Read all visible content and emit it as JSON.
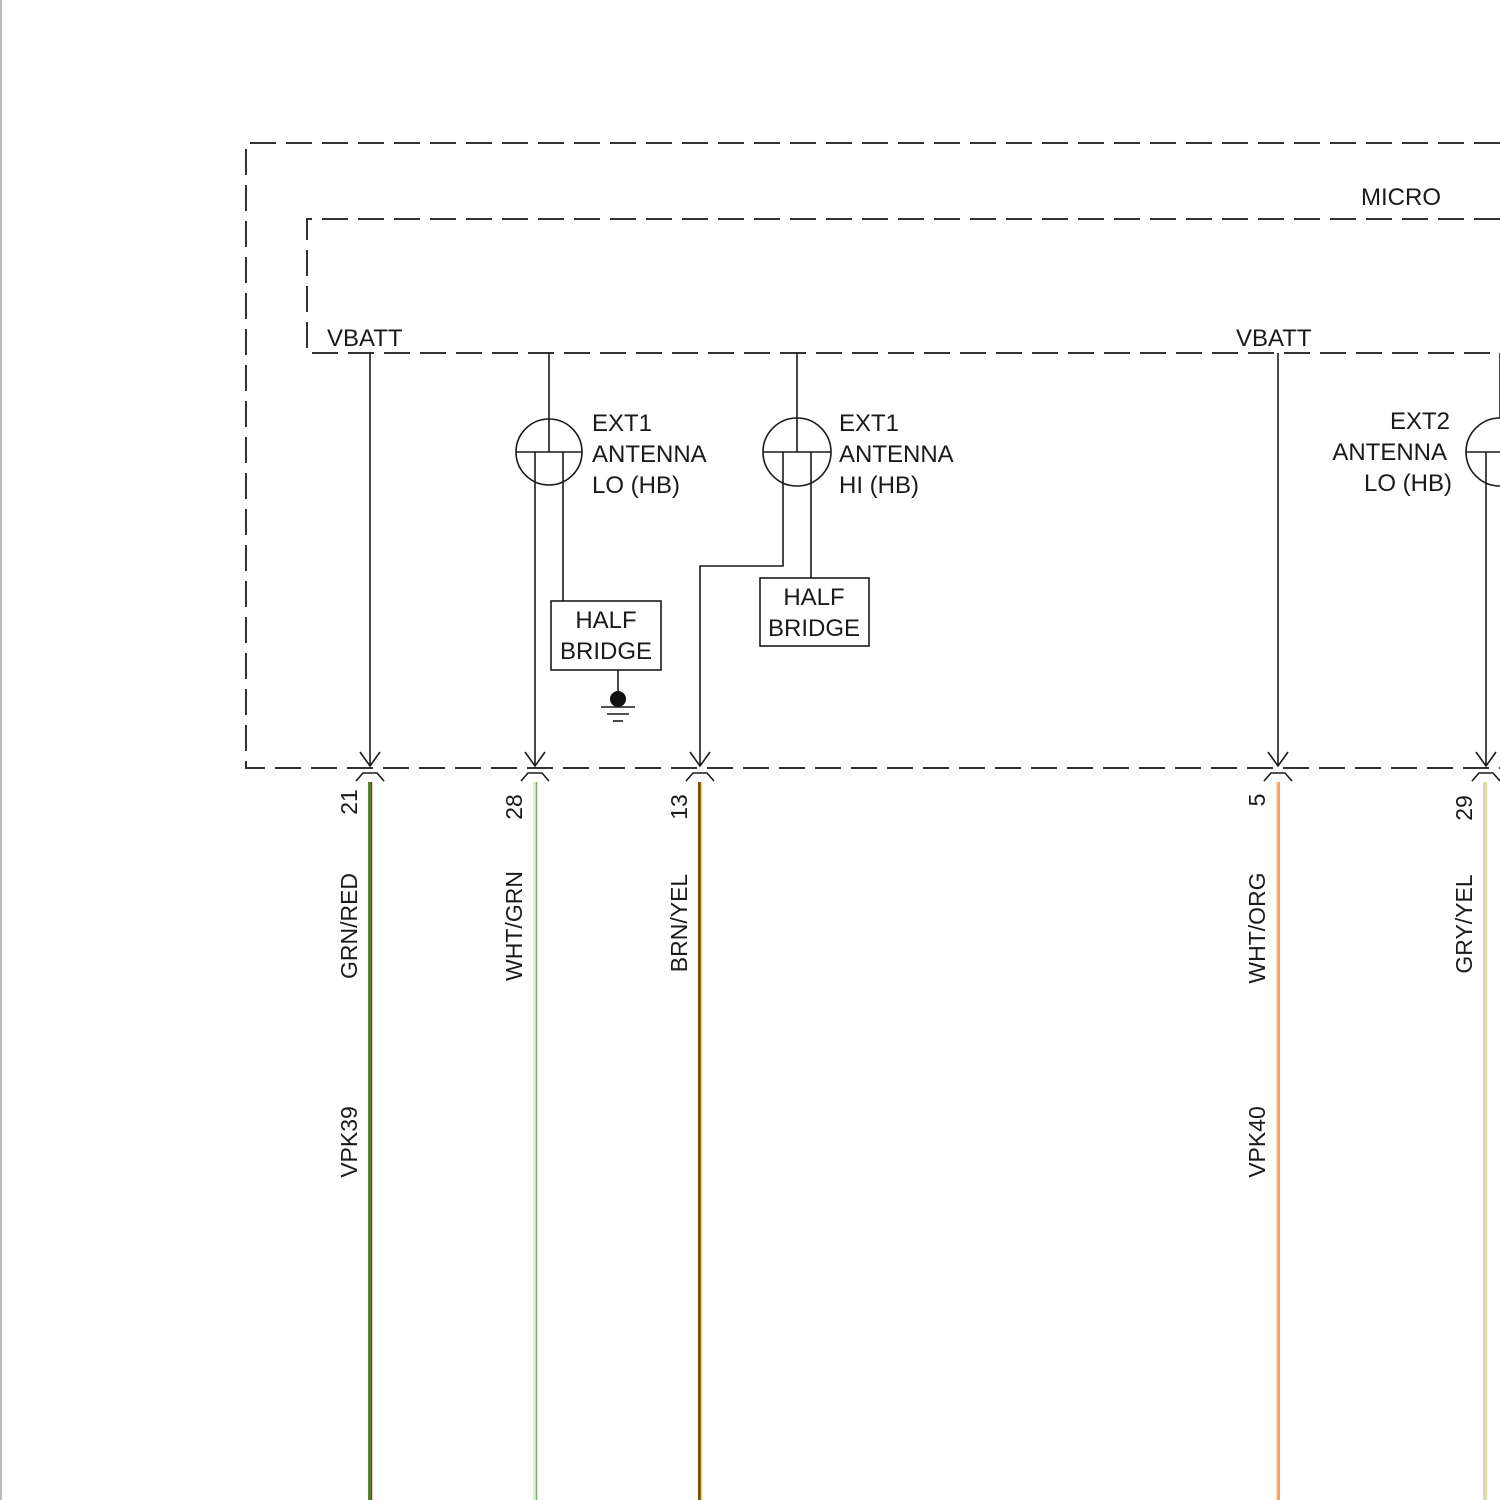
{
  "module": {
    "label": "MICRO"
  },
  "supply_labels": {
    "vbatt_left": "VBATT",
    "vbatt_right": "VBATT"
  },
  "antennas": [
    {
      "id": "ext1-lo",
      "line1": "EXT1",
      "line2": "ANTENNA",
      "line3": "LO (HB)"
    },
    {
      "id": "ext1-hi",
      "line1": "EXT1",
      "line2": "ANTENNA",
      "line3": "HI (HB)"
    },
    {
      "id": "ext2-lo",
      "line1": "EXT2",
      "line2": "ANTENNA",
      "line3": "LO (HB)"
    }
  ],
  "half_bridges": [
    {
      "id": "hb-lo",
      "line1": "HALF",
      "line2": "BRIDGE"
    },
    {
      "id": "hb-hi",
      "line1": "HALF",
      "line2": "BRIDGE"
    }
  ],
  "wires": [
    {
      "pin": "21",
      "color_code": "GRN/RED",
      "circuit": "VPK39",
      "colors": [
        "#3f8f2a",
        "#8a3b12"
      ]
    },
    {
      "pin": "28",
      "color_code": "WHT/GRN",
      "circuit": "",
      "colors": [
        "#f4f4f4",
        "#66c04a"
      ]
    },
    {
      "pin": "13",
      "color_code": "BRN/YEL",
      "circuit": "",
      "colors": [
        "#7a4a10",
        "#e8e040"
      ]
    },
    {
      "pin": "5",
      "color_code": "WHT/ORG",
      "circuit": "VPK40",
      "colors": [
        "#f4f4f4",
        "#f0a060"
      ]
    },
    {
      "pin": "29",
      "color_code": "GRY/YEL",
      "circuit": "",
      "colors": [
        "#c9c9c9",
        "#e8e870"
      ]
    }
  ]
}
